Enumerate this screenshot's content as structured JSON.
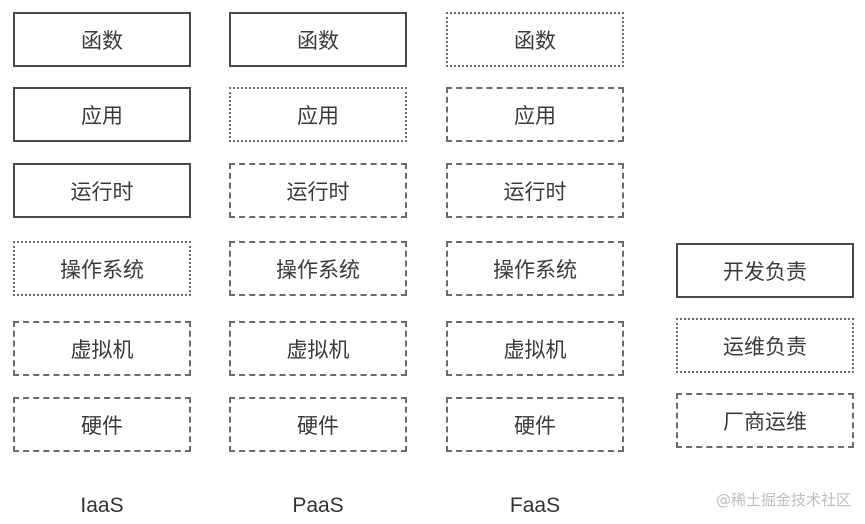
{
  "columns": [
    {
      "label": "IaaS",
      "layers": [
        {
          "text": "函数",
          "style": "solid"
        },
        {
          "text": "应用",
          "style": "solid"
        },
        {
          "text": "运行时",
          "style": "solid"
        },
        {
          "text": "操作系统",
          "style": "dotted"
        },
        {
          "text": "虚拟机",
          "style": "dashdot"
        },
        {
          "text": "硬件",
          "style": "dashdot"
        }
      ]
    },
    {
      "label": "PaaS",
      "layers": [
        {
          "text": "函数",
          "style": "solid"
        },
        {
          "text": "应用",
          "style": "dotted"
        },
        {
          "text": "运行时",
          "style": "dashdot"
        },
        {
          "text": "操作系统",
          "style": "dashdot"
        },
        {
          "text": "虚拟机",
          "style": "dashdot"
        },
        {
          "text": "硬件",
          "style": "dashdot"
        }
      ]
    },
    {
      "label": "FaaS",
      "layers": [
        {
          "text": "函数",
          "style": "dotted"
        },
        {
          "text": "应用",
          "style": "dashdot"
        },
        {
          "text": "运行时",
          "style": "dashdot"
        },
        {
          "text": "操作系统",
          "style": "dashdot"
        },
        {
          "text": "虚拟机",
          "style": "dashdot"
        },
        {
          "text": "硬件",
          "style": "dashdot"
        }
      ]
    }
  ],
  "legend": [
    {
      "text": "开发负责",
      "style": "solid"
    },
    {
      "text": "运维负责",
      "style": "dotted"
    },
    {
      "text": "厂商运维",
      "style": "dashdot"
    }
  ],
  "watermark": "@稀土掘金技术社区"
}
